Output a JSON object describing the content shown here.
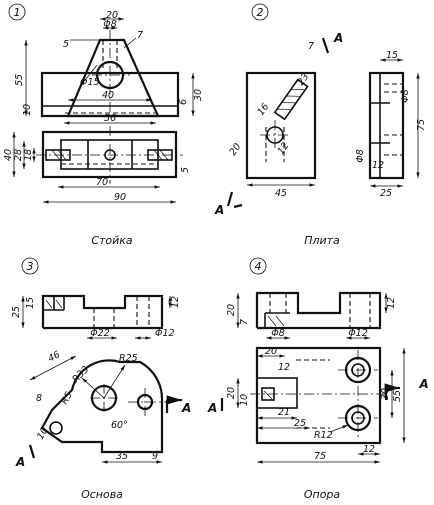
{
  "figures": [
    {
      "number": "1",
      "caption": "Стойка",
      "dims": [
        "20",
        "Φ8",
        "7",
        "5",
        "Φ15",
        "55",
        "10",
        "40",
        "56",
        "6",
        "30",
        "40",
        "28",
        "18",
        "70",
        "90",
        "5"
      ]
    },
    {
      "number": "2",
      "caption": "Плита",
      "section": "A",
      "dims": [
        "7",
        "23",
        "16",
        "20",
        "12",
        "45",
        "15",
        "Φ8",
        "Φ8",
        "75",
        "12",
        "25"
      ]
    },
    {
      "number": "3",
      "caption": "Основа",
      "section": "A",
      "dims": [
        "25",
        "15",
        "Φ22",
        "Φ12",
        "12",
        "46",
        "R25",
        "R33",
        "8",
        "R5",
        "10",
        "60°",
        "35",
        "9"
      ]
    },
    {
      "number": "4",
      "caption": "Опора",
      "section": "A",
      "dims": [
        "20",
        "7",
        "Φ8",
        "Φ12",
        "12",
        "20",
        "12",
        "20",
        "10",
        "30",
        "55",
        "21",
        "25",
        "R12",
        "75",
        "12"
      ]
    }
  ]
}
